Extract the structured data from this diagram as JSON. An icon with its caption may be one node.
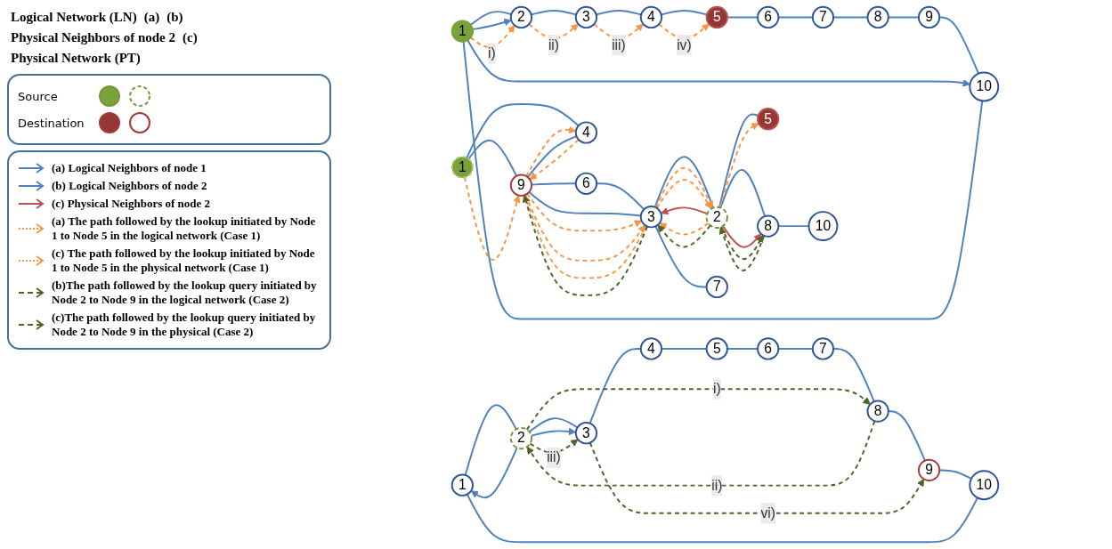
{
  "diagram": {
    "nodes": [
      {
        "text": [
          "1"
        ]
      },
      {
        "text": [
          "2"
        ]
      },
      {
        "text": [
          "3"
        ]
      },
      {
        "text": [
          "4"
        ]
      },
      {
        "text": [
          "5"
        ]
      },
      {
        "text": [
          "6"
        ]
      },
      {
        "text": [
          "7"
        ]
      },
      {
        "text": [
          "8"
        ]
      },
      {
        "text": [
          "9"
        ]
      },
      {
        "text": [
          "10"
        ]
      },
      {
        "text": [
          "1"
        ]
      },
      {
        "text": [
          "2"
        ]
      },
      {
        "text": [
          "3"
        ]
      },
      {
        "text": [
          "4"
        ]
      },
      {
        "text": [
          "5"
        ]
      },
      {
        "text": [
          "6"
        ]
      },
      {
        "text": [
          "7"
        ]
      },
      {
        "text": [
          "8"
        ]
      },
      {
        "text": [
          "9"
        ]
      },
      {
        "text": [
          "10"
        ]
      },
      {
        "text": [
          "1"
        ]
      },
      {
        "text": [
          "2"
        ]
      },
      {
        "text": [
          "3"
        ]
      },
      {
        "text": [
          "4"
        ]
      },
      {
        "text": [
          "5"
        ]
      },
      {
        "text": [
          "6"
        ]
      },
      {
        "text": [
          "7"
        ]
      },
      {
        "text": [
          "8"
        ]
      },
      {
        "text": [
          "9"
        ]
      },
      {
        "text": [
          "10"
        ]
      }
    ],
    "edges": [
      {
        "from": 0,
        "to": 1,
        "arrow": "none"
      },
      {
        "from": 1,
        "to": 2,
        "arrow": "none"
      },
      {
        "from": 2,
        "to": 3,
        "arrow": "none"
      },
      {
        "from": 3,
        "to": 4,
        "arrow": "none"
      },
      {
        "from": 4,
        "to": 5,
        "arrow": "none"
      },
      {
        "from": 5,
        "to": 6,
        "arrow": "none"
      },
      {
        "from": 6,
        "to": 7,
        "arrow": "none"
      },
      {
        "from": 7,
        "to": 8,
        "arrow": "none"
      },
      {
        "from": 8,
        "to": 9,
        "arrow": "none"
      },
      {
        "from": 9,
        "to": 0,
        "arrow": "none"
      },
      {
        "from": 0,
        "to": 1,
        "arrow": "to"
      },
      {
        "from": 0,
        "to": 9,
        "arrow": "to"
      },
      {
        "from": 0,
        "to": 1,
        "arrow": "to",
        "label": "i)",
        "style": "dashed",
        "color": "#f79646"
      },
      {
        "from": 1,
        "to": 2,
        "arrow": "to",
        "label": "ii)",
        "style": "dashed",
        "color": "#f79646"
      },
      {
        "from": 2,
        "to": 3,
        "arrow": "to",
        "label": "iii)",
        "style": "dashed",
        "color": "#f79646"
      },
      {
        "from": 3,
        "to": 4,
        "arrow": "to",
        "label": "iv)",
        "style": "dashed",
        "color": "#f79646"
      },
      {
        "from": 10,
        "to": 11,
        "arrow": "none"
      },
      {
        "from": 11,
        "to": 12,
        "arrow": "none"
      },
      {
        "from": 12,
        "to": 13,
        "arrow": "none"
      },
      {
        "from": 13,
        "to": 14,
        "arrow": "none"
      },
      {
        "from": 14,
        "to": 15,
        "arrow": "none"
      },
      {
        "from": 15,
        "to": 16,
        "arrow": "none"
      },
      {
        "from": 16,
        "to": 17,
        "arrow": "none"
      },
      {
        "from": 17,
        "to": 18,
        "arrow": "none"
      },
      {
        "from": 18,
        "to": 19,
        "arrow": "none"
      },
      {
        "from": 19,
        "to": 10,
        "arrow": "none"
      },
      {
        "from": 11,
        "to": 10,
        "arrow": "to"
      },
      {
        "from": 11,
        "to": 12,
        "arrow": "to"
      },
      {
        "from": 11,
        "to": 17,
        "arrow": "to",
        "label": "i)",
        "style": "dashed",
        "color": "#4f6228"
      },
      {
        "from": 17,
        "to": 11,
        "arrow": "to",
        "label": "ii)",
        "style": "dashed",
        "color": "#4f6228"
      },
      {
        "from": 11,
        "to": 12,
        "arrow": "to",
        "label": "iii)",
        "style": "dashed",
        "color": "#4f6228"
      },
      {
        "from": 12,
        "to": 18,
        "arrow": "to",
        "label": "vi)",
        "style": "dashed",
        "color": "#4f6228"
      },
      {
        "from": 20,
        "to": 28,
        "arrow": "none"
      },
      {
        "from": 20,
        "to": 23,
        "arrow": "none"
      },
      {
        "from": 23,
        "to": 28,
        "arrow": "none"
      },
      {
        "from": 28,
        "to": 25,
        "arrow": "none"
      },
      {
        "from": 25,
        "to": 22,
        "arrow": "none"
      },
      {
        "from": 28,
        "to": 22,
        "arrow": "none"
      },
      {
        "from": 22,
        "to": 26,
        "arrow": "none"
      },
      {
        "from": 22,
        "to": 21,
        "arrow": "none"
      },
      {
        "from": 21,
        "to": 24,
        "arrow": "none"
      },
      {
        "from": 21,
        "to": 27,
        "arrow": "none"
      },
      {
        "from": 27,
        "to": 29,
        "arrow": "none"
      },
      {
        "from": 21,
        "to": 22,
        "arrow": "to",
        "color": "#c0504d"
      },
      {
        "from": 21,
        "to": 27,
        "arrow": "to",
        "color": "#c0504d"
      },
      {
        "from": 20,
        "to": 28,
        "arrow": "to",
        "style": "dashed",
        "color": "#f79646"
      },
      {
        "from": 28,
        "to": 23,
        "arrow": "to",
        "style": "dashed",
        "color": "#f79646"
      },
      {
        "from": 23,
        "to": 28,
        "arrow": "to",
        "style": "dashed",
        "color": "#f79646"
      },
      {
        "from": 22,
        "to": 28,
        "arrow": "to",
        "style": "dashed",
        "color": "#f79646"
      },
      {
        "from": 28,
        "to": 22,
        "arrow": "to",
        "style": "dashed",
        "color": "#f79646"
      },
      {
        "from": 28,
        "to": 22,
        "arrow": "to",
        "style": "dashed",
        "color": "#f79646"
      },
      {
        "from": 21,
        "to": 22,
        "arrow": "to",
        "style": "dashed",
        "color": "#f79646"
      },
      {
        "from": 22,
        "to": 21,
        "arrow": "to",
        "style": "dashed",
        "color": "#f79646"
      },
      {
        "from": 22,
        "to": 21,
        "arrow": "to",
        "style": "dashed",
        "color": "#f79646"
      },
      {
        "from": 21,
        "to": 24,
        "arrow": "to",
        "style": "dashed",
        "color": "#f79646"
      },
      {
        "from": 22,
        "to": 28,
        "arrow": "to",
        "style": "dashed",
        "color": "#4f6228"
      },
      {
        "from": 21,
        "to": 22,
        "arrow": "to",
        "style": "dashed",
        "color": "#4f6228"
      },
      {
        "from": 27,
        "to": 21,
        "arrow": "to",
        "style": "dashed",
        "color": "#4f6228"
      },
      {
        "from": 21,
        "to": 27,
        "arrow": "to",
        "style": "dashed",
        "color": "#4f6228"
      }
    ],
    "labels": [
      "Logical Network (LN)",
      "(a)",
      "(b)",
      "Physical Neighbors of node 2",
      "(c)",
      "Physical Network (PT)"
    ],
    "legend": [
      {
        "text": "Source"
      },
      {
        "text": "Destination"
      },
      {
        "text": "(a) Logical Neighbors of node 1"
      },
      {
        "text": "(b) Logical Neighbors of node 2"
      },
      {
        "text": "(c) Physical Neighbors of node 2"
      },
      {
        "text": "(a) The path followed by the lookup initiated by Node 1 to Node 5 in the logical network (Case 1)"
      },
      {
        "text": "(c) The path followed by the lookup initiated by Node 1 to Node 5 in the physical network (Case 1)"
      },
      {
        "text": "(b)The path followed by the lookup query initiated by Node 2 to Node 9 in the logical network (Case 2)"
      },
      {
        "text": "(c)The path followed by the lookup query initiated by Node 2 to Node 9 in the physical (Case 2)"
      }
    ]
  }
}
